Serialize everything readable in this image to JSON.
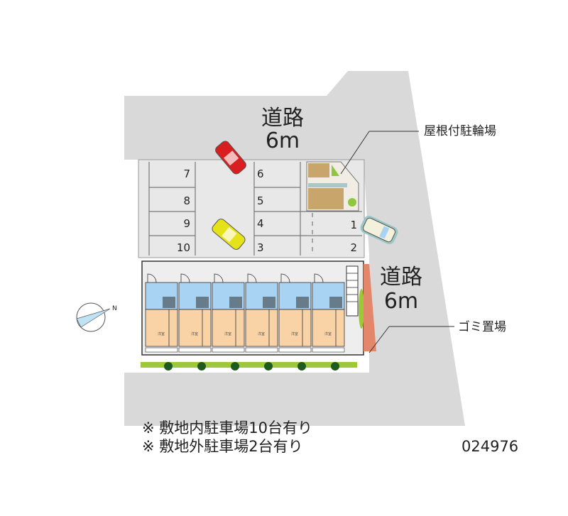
{
  "roads": {
    "north": {
      "name": "道路",
      "width": "6m"
    },
    "east": {
      "name": "道路",
      "width": "6m"
    }
  },
  "callouts": {
    "bicycle_parking": "屋根付駐輪場",
    "garbage": "ゴミ置場"
  },
  "parking_numbers": {
    "left": [
      "7",
      "8",
      "9",
      "10"
    ],
    "middle": [
      "6",
      "5",
      "4",
      "3"
    ],
    "right": [
      "1",
      "2"
    ]
  },
  "unit_room_label": "洋室",
  "compass": {
    "north_label": "N"
  },
  "notes": [
    "※ 敷地内駐車場10台有り",
    "※ 敷地外駐車場2台有り"
  ],
  "property_id": "024976",
  "colors": {
    "road": "#d9d9d9",
    "lot": "#e6e6e6",
    "wet_area": "#a9d3f2",
    "room": "#f9d3a6",
    "car_red": "#d81e1e",
    "car_yellow": "#e6e21a",
    "car_white": "#f3f0dc"
  }
}
